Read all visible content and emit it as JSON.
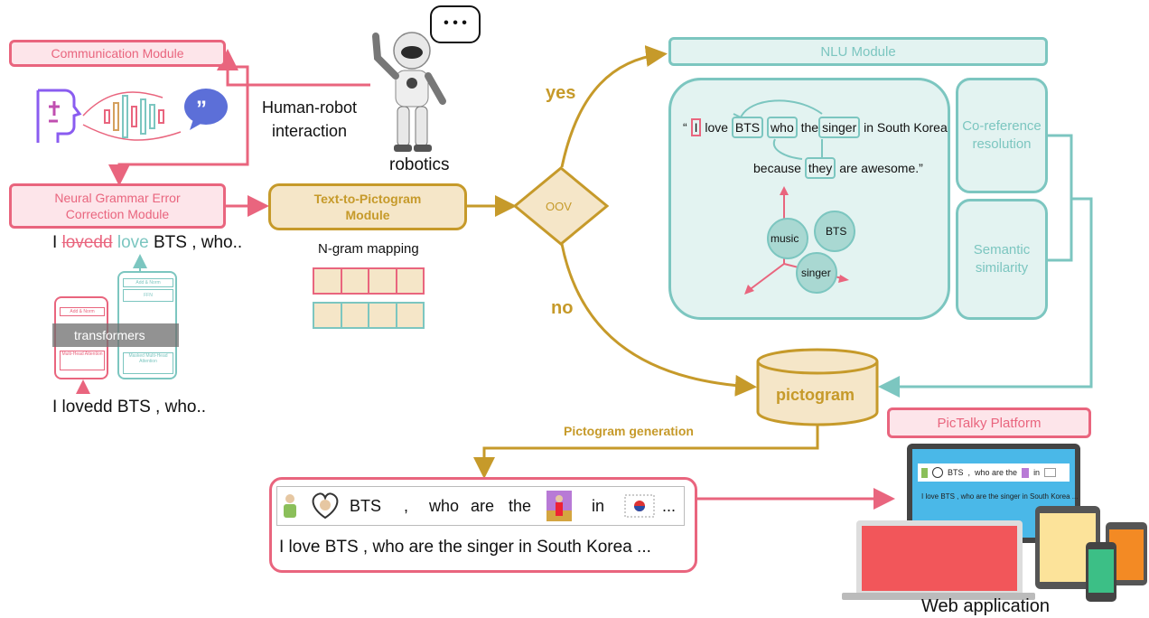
{
  "modules": {
    "communication": "Communication Module",
    "grammar_line1": "Neural Grammar Error",
    "grammar_line2": "Correction Module",
    "text_to_picto_line1": "Text-to-Pictogram",
    "text_to_picto_line2": "Module",
    "nlu": "NLU Module",
    "coref_line1": "Co-reference",
    "coref_line2": "resolution",
    "semantic_line1": "Semantic",
    "semantic_line2": "similarity",
    "platform": "PicTalky Platform"
  },
  "labels": {
    "hri_line1": "Human-robot",
    "hri_line2": "interaction",
    "robotics": "robotics",
    "speech_bubble": "• • •",
    "ngram": "N-gram mapping",
    "transformers": "transformers",
    "oov": "OOV",
    "yes": "yes",
    "no": "no",
    "pictogram": "pictogram",
    "pictogram_generation": "Pictogram generation",
    "web_application": "Web application"
  },
  "grammar_example": {
    "prefix": "I ",
    "wrong": "lovedd",
    "correct": "love",
    "suffix": " BTS , who..",
    "input": "I lovedd BTS , who.."
  },
  "nlu_example": {
    "open_quote": "“",
    "w_i": "I",
    "w_love": "love",
    "w_bts": "BTS",
    "w_who": "who",
    "w_the": "the",
    "w_singer": "singer",
    "w_rest": "in South Korea",
    "w_because": "because",
    "w_they": "they",
    "w_tail": "are awesome.”",
    "node_music": "music",
    "node_bts": "BTS",
    "node_singer": "singer"
  },
  "output_example": {
    "bts": "BTS",
    "comma": ",",
    "who": "who",
    "are": "are",
    "the": "the",
    "in": "in",
    "ellipsis": "...",
    "sentence": "I love BTS , who are the singer in South Korea ..."
  },
  "web_ui": {
    "bts": "BTS",
    "comma": ",",
    "who_are_the": "who are the",
    "in": "in",
    "sentence": "I love BTS , who are the singer in South Korea ..."
  },
  "transformer_blocks": {
    "add_norm": "Add & Norm",
    "ffn": "FFN",
    "masked_attn": "Masked Multi-Head Attention",
    "multi_attn": "Multi-Head Attention"
  },
  "colors": {
    "pink": "#e9657e",
    "teal": "#7cc6c0",
    "tan": "#c69a2a"
  }
}
